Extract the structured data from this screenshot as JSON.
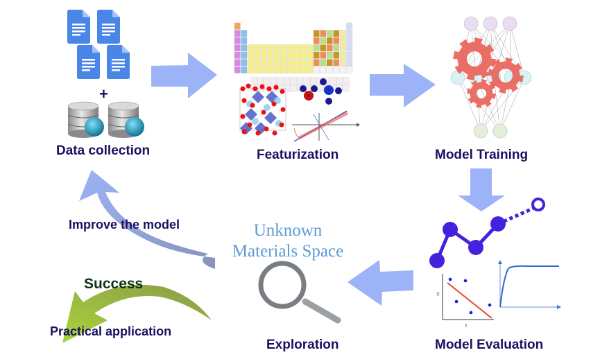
{
  "stages": {
    "data_collection": {
      "label": "Data collection",
      "plus": "+"
    },
    "featurization": {
      "label": "Featurization"
    },
    "model_training": {
      "label": "Model Training"
    },
    "model_evaluation": {
      "label": "Model Evaluation",
      "x_axis": "x",
      "y_axis": "Y"
    },
    "exploration": {
      "label": "Exploration",
      "space_line1": "Unknown",
      "space_line2": "Materials Space"
    }
  },
  "feedback": {
    "improve": "Improve the model",
    "success": "Success",
    "application": "Practical application"
  },
  "colors": {
    "label": "#1a1060",
    "arrow": "#9db3f7",
    "success_arrow": "#8db533",
    "space_text": "#5b9bd5",
    "gear": "#e8645a",
    "eval_line": "#4422dd"
  }
}
